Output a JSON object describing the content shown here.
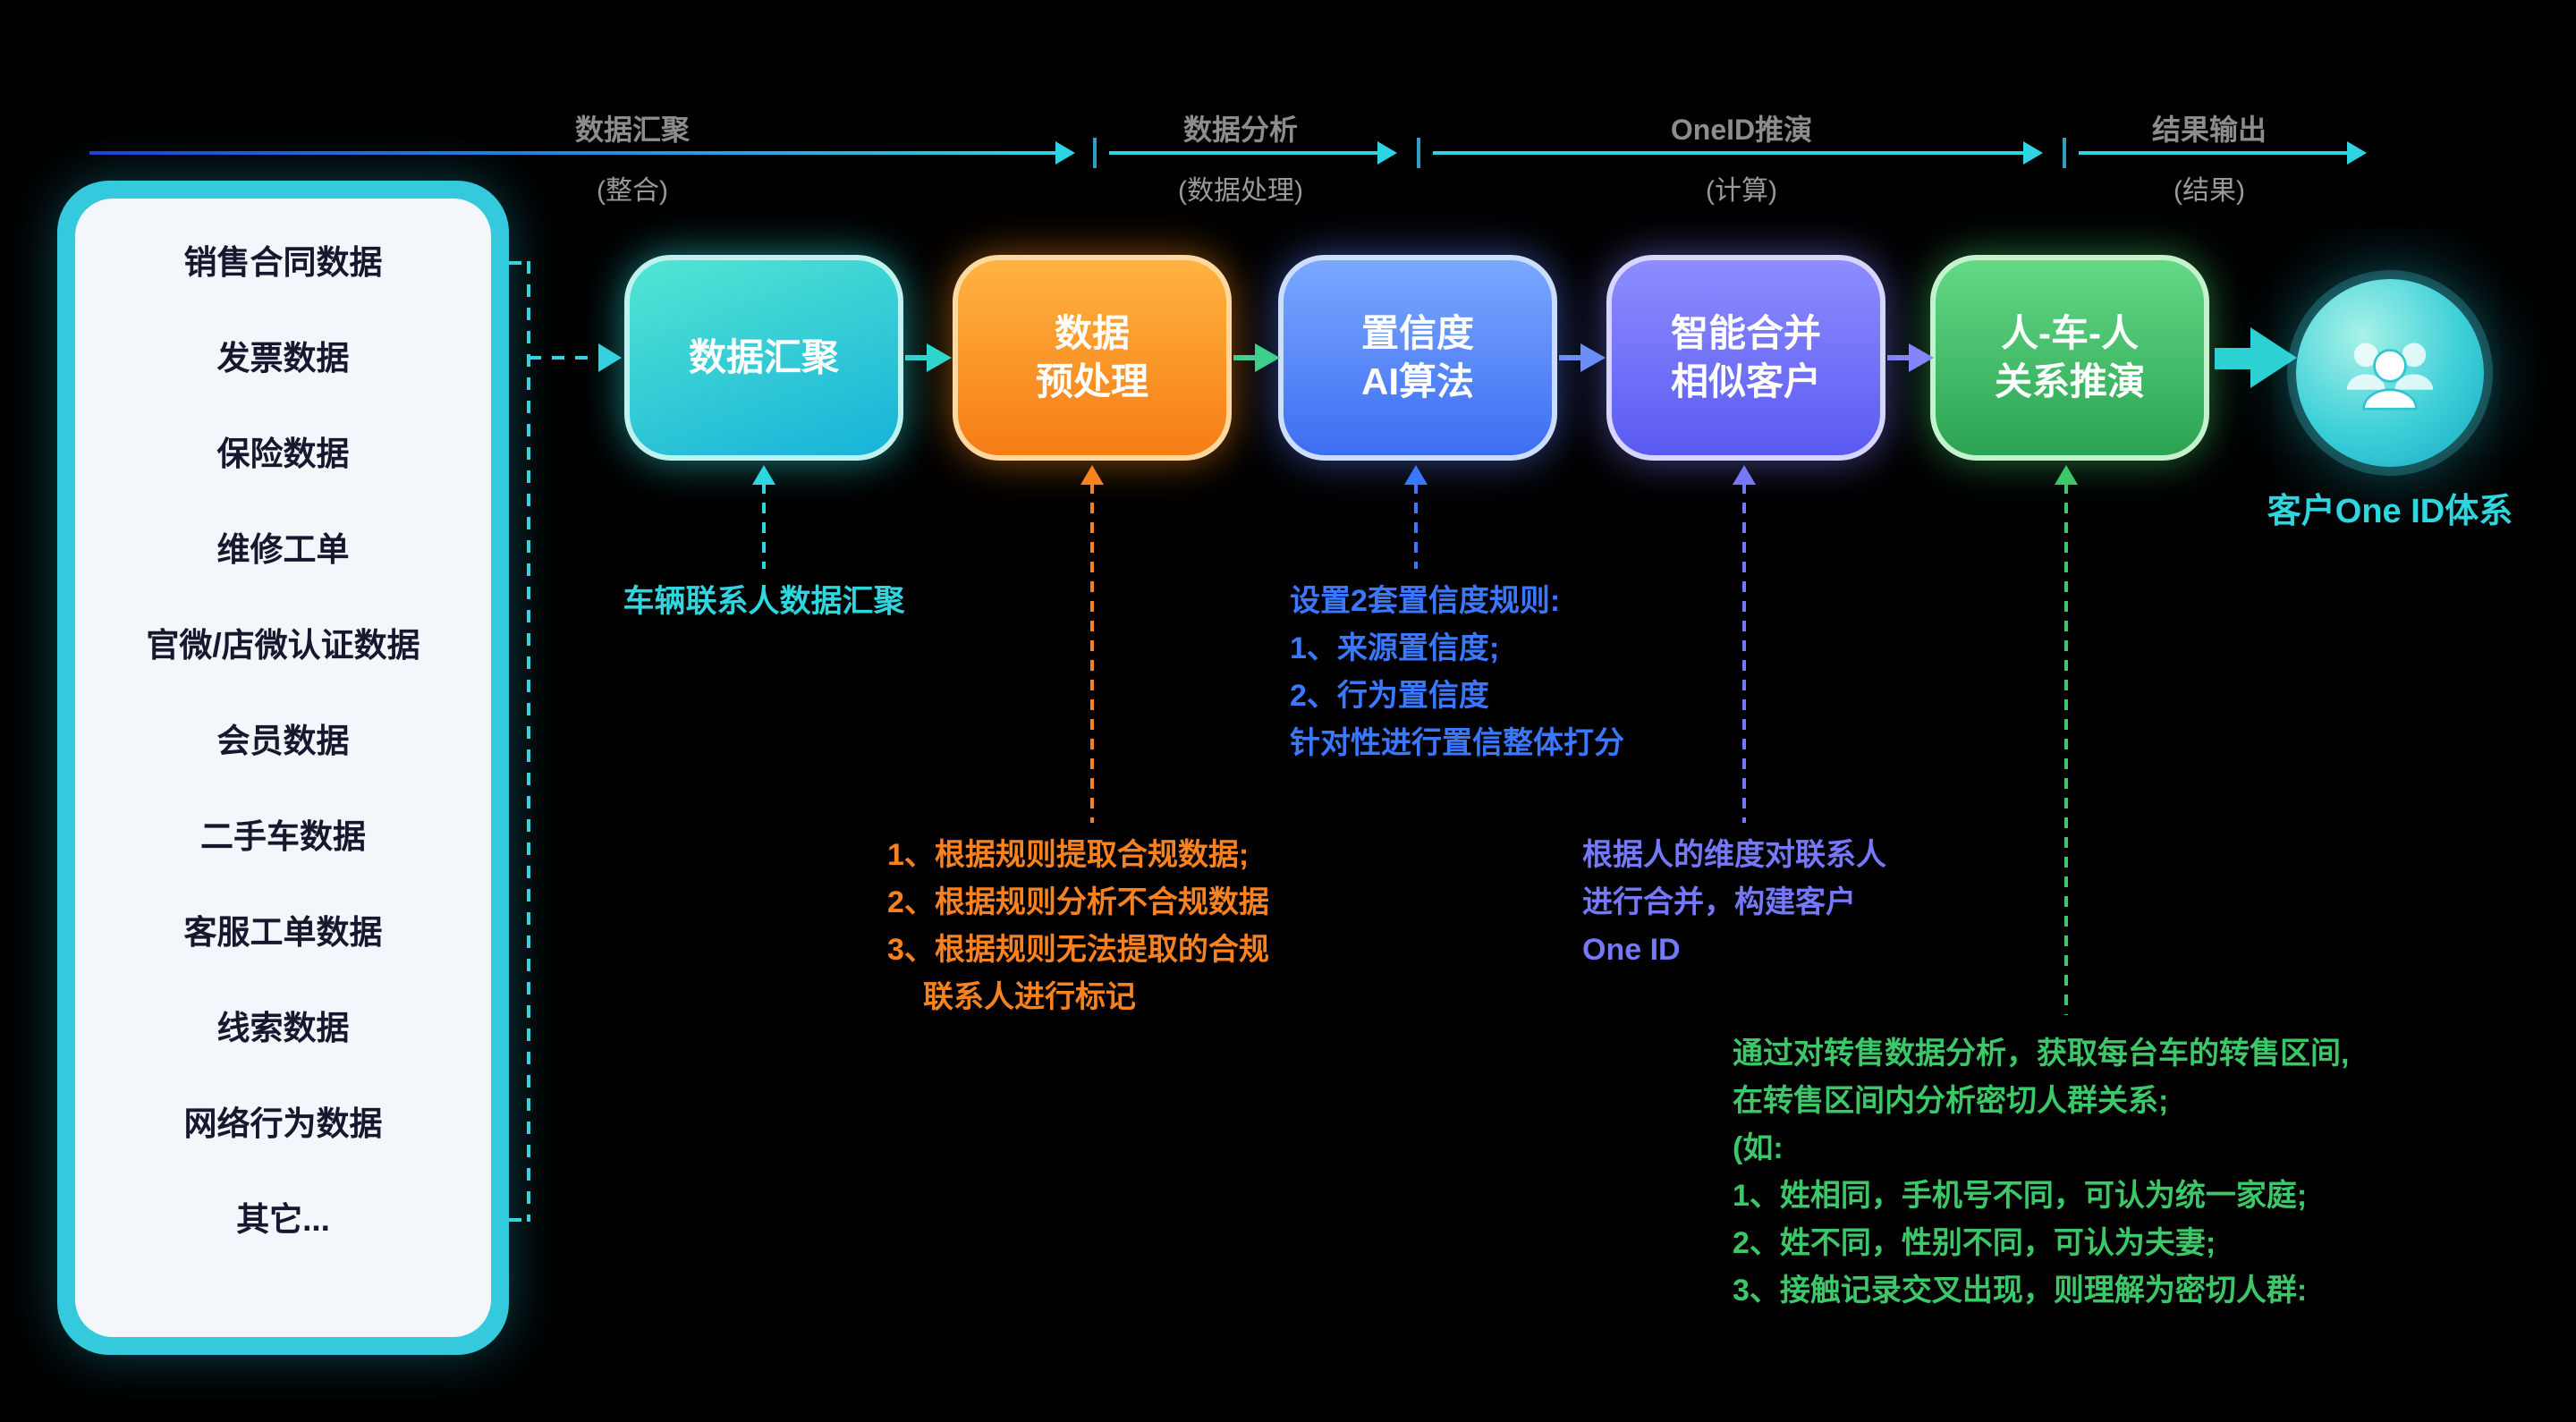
{
  "phases": [
    {
      "label": "数据汇聚",
      "sub": "(整合)"
    },
    {
      "label": "数据分析",
      "sub": "(数据处理)"
    },
    {
      "label": "OneID推演",
      "sub": "(计算)"
    },
    {
      "label": "结果输出",
      "sub": "(结果)"
    }
  ],
  "sources": [
    "销售合同数据",
    "发票数据",
    "保险数据",
    "维修工单",
    "官微/店微认证数据",
    "会员数据",
    "二手车数据",
    "客服工单数据",
    "线索数据",
    "网络行为数据",
    "其它..."
  ],
  "steps": [
    {
      "line1": "数据汇聚",
      "line2": ""
    },
    {
      "line1": "数据",
      "line2": "预处理"
    },
    {
      "line1": "置信度",
      "line2": "AI算法"
    },
    {
      "line1": "智能合并",
      "line2": "相似客户"
    },
    {
      "line1": "人-车-人",
      "line2": "关系推演"
    }
  ],
  "result": {
    "label": "客户One ID体系"
  },
  "annotations": {
    "agg": {
      "l1": "车辆联系人数据汇聚"
    },
    "conf": {
      "l1": "设置2套置信度规则:",
      "l2": "1、来源置信度;",
      "l3": "2、行为置信度",
      "l4": "针对性进行置信整体打分"
    },
    "pre": {
      "l1": "1、根据规则提取合规数据;",
      "l2": "2、根据规则分析不合规数据",
      "l3": "3、根据规则无法提取的合规",
      "l4": "联系人进行标记"
    },
    "merge": {
      "l1": "根据人的维度对联系人",
      "l2": "进行合并，构建客户",
      "l3": "One ID"
    },
    "rel": {
      "l1": "通过对转售数据分析，获取每台车的转售区间,",
      "l2": "在转售区间内分析密切人群关系;",
      "l3": "(如:",
      "l4": "1、姓相同，手机号不同，可认为统一家庭;",
      "l5": "2、姓不同，性别不同，可认为夫妻;",
      "l6": "3、接触记录交叉出现，则理解为密切人群:"
    }
  },
  "colors": {
    "background": "#000000",
    "cyan": "#2fd6e0",
    "panel_border": "#35c9dd",
    "orange": "#f8821f",
    "blue": "#3a78ff",
    "indigo": "#7678fa",
    "green": "#3cc868",
    "teal_arrow": "#2dd3d3"
  }
}
